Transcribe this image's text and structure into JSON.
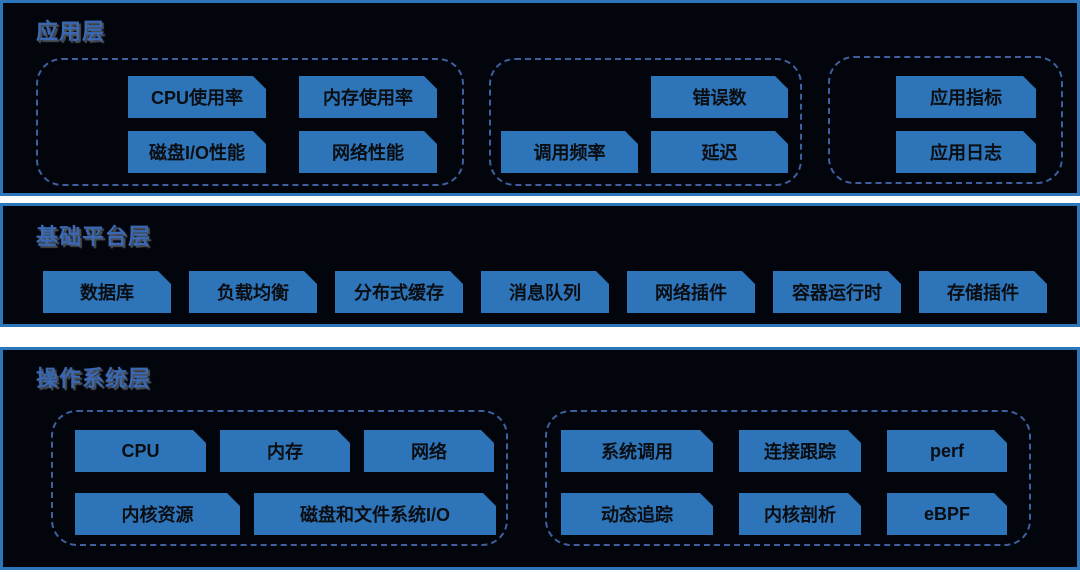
{
  "colors": {
    "panel_background": "#02050b",
    "panel_border": "#2d76ba",
    "tag_fill": "#2e74b8",
    "tag_text": "#0a0d12",
    "title_text": "#3a68b2",
    "dashed_group_border": "#3f5f9f",
    "page_background": "#ffffff"
  },
  "sections": [
    {
      "title": "应用层",
      "groups": [
        {
          "name": "resource-metrics",
          "items": [
            "CPU使用率",
            "内存使用率",
            "磁盘I/O性能",
            "网络性能"
          ]
        },
        {
          "name": "service-metrics",
          "items": [
            "错误数",
            "调用频率",
            "延迟"
          ]
        },
        {
          "name": "app-observability",
          "items": [
            "应用指标",
            "应用日志"
          ]
        }
      ]
    },
    {
      "title": "基础平台层",
      "items": [
        "数据库",
        "负载均衡",
        "分布式缓存",
        "消息队列",
        "网络插件",
        "容器运行时",
        "存储插件"
      ]
    },
    {
      "title": "操作系统层",
      "groups": [
        {
          "name": "kernel-resources",
          "items": [
            "CPU",
            "内存",
            "网络",
            "内核资源",
            "磁盘和文件系统I/O"
          ]
        },
        {
          "name": "tracing-tools",
          "items": [
            "系统调用",
            "连接跟踪",
            "perf",
            "动态追踪",
            "内核剖析",
            "eBPF"
          ]
        }
      ]
    }
  ]
}
